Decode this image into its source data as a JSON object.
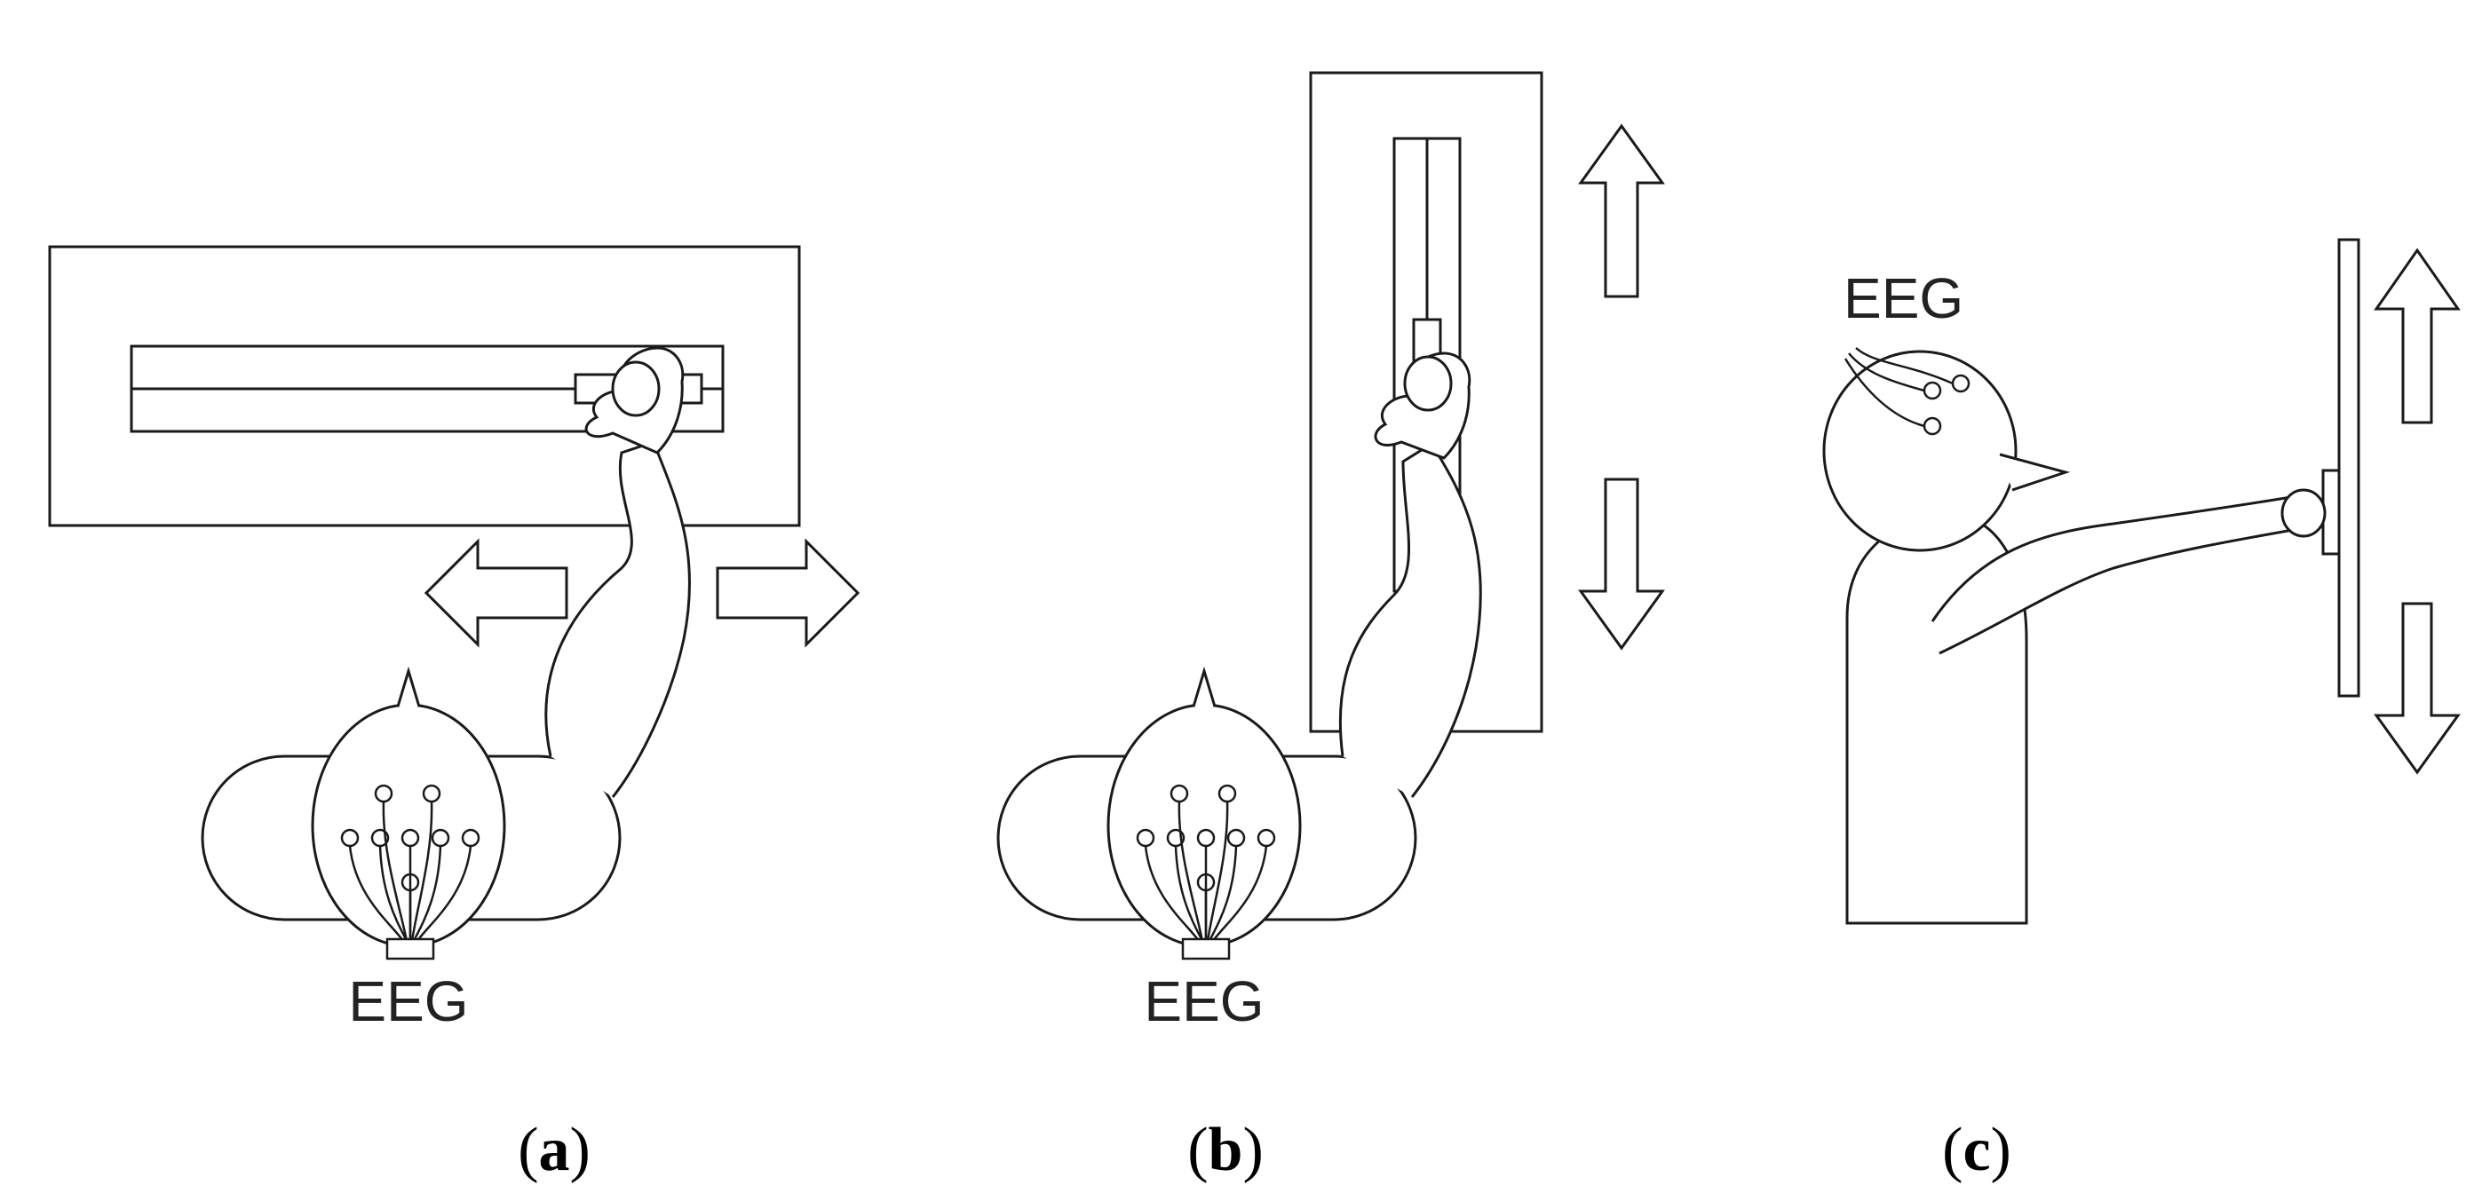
{
  "figure": {
    "panels": [
      {
        "id": "a",
        "eeg_label": "EEG",
        "caption_letter": "a"
      },
      {
        "id": "b",
        "eeg_label": "EEG",
        "caption_letter": "b"
      },
      {
        "id": "c",
        "eeg_label": "EEG",
        "caption_letter": "c"
      }
    ],
    "caption_open": "(",
    "caption_close": ")",
    "colors": {
      "stroke": "#1a1a1a",
      "fill": "#ffffff",
      "text": "#222222"
    },
    "icons": [
      "left-arrow-icon",
      "right-arrow-icon",
      "up-arrow-icon",
      "down-arrow-icon",
      "eeg-electrode-icon"
    ]
  }
}
